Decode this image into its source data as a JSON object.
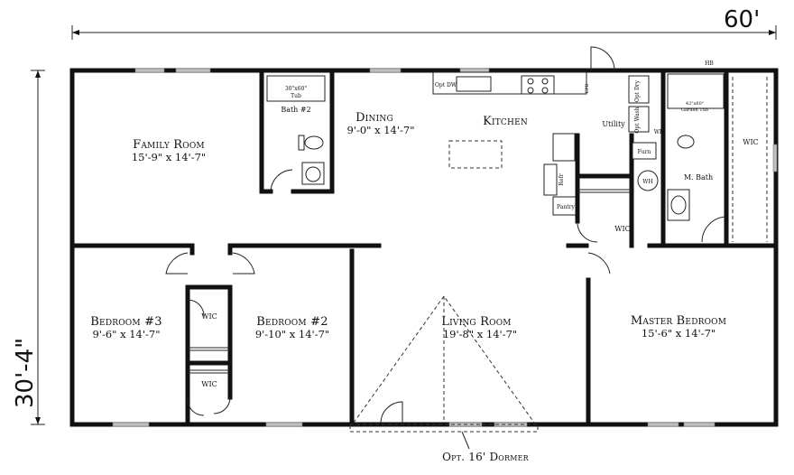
{
  "dimensions": {
    "width": "60'",
    "depth": "30'-4\""
  },
  "rooms": {
    "family_room": {
      "name": "Family Room",
      "size": "15'-9\" x 14'-7\""
    },
    "dining": {
      "name": "Dining",
      "size": "9'-0\" x 14'-7\""
    },
    "kitchen": {
      "name": "Kitchen"
    },
    "bath2": {
      "name": "Bath #2",
      "tub": "30\"x60\"",
      "tub_label": "Tub"
    },
    "utility": {
      "name": "Utility"
    },
    "master_bath": {
      "name": "M. Bath",
      "tub": "42\"x60\"",
      "tub_label": "Garden Tub"
    },
    "bedroom3": {
      "name": "Bedroom #3",
      "size": "9'-6\" x 14'-7\""
    },
    "bedroom2": {
      "name": "Bedroom #2",
      "size": "9'-10\" x 14'-7\""
    },
    "living_room": {
      "name": "Living Room",
      "size": "19'-8\" x 14'-7\""
    },
    "master_bedroom": {
      "name": "Master Bedroom",
      "size": "15'-6\" x 14'-7\""
    }
  },
  "labels": {
    "wic": "WIC",
    "opt_dw": "Opt DW",
    "refr": "Refr",
    "pantry": "Pantry",
    "opt_dry": "Opt Dry",
    "opt_wash": "Opt Wash",
    "furn": "Furn",
    "wh": "WH",
    "hb": "HB",
    "wb": "WB",
    "epb": "EPB",
    "dormer": "Opt. 16' Dormer"
  }
}
